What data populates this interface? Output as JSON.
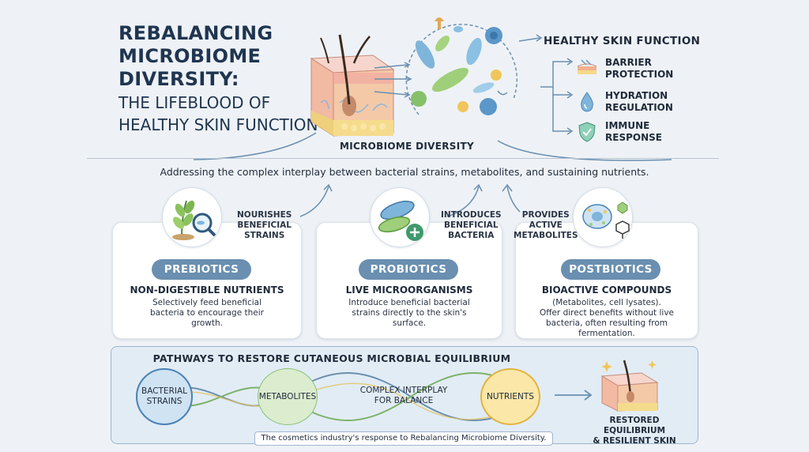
{
  "title": {
    "line1": "REBALANCING",
    "line2": "MICROBIOME",
    "line3": "DIVERSITY:",
    "line4": "THE LIFEBLOOD OF",
    "line5": "HEALTHY SKIN FUNCTION"
  },
  "microbiome_label": "MICROBIOME DIVERSITY",
  "healthy_skin": {
    "title": "HEALTHY SKIN FUNCTION",
    "items": [
      {
        "line1": "BARRIER",
        "line2": "PROTECTION",
        "icon": "barrier-icon"
      },
      {
        "line1": "HYDRATION",
        "line2": "REGULATION",
        "icon": "water-drop-icon"
      },
      {
        "line1": "IMMUNE",
        "line2": "RESPONSE",
        "icon": "shield-check-icon"
      }
    ]
  },
  "subtitle": "Addressing the complex interplay between bacterial strains, metabolites, and sustaining nutrients.",
  "cards": [
    {
      "side_note_1": "NOURISHES",
      "side_note_2": "BENEFICIAL",
      "side_note_3": "STRAINS",
      "label": "PREBIOTICS",
      "heading": "NON-DIGESTIBLE NUTRIENTS",
      "desc1": "Selectively feed beneficial",
      "desc2": "bacteria to encourage their",
      "desc3": "growth.",
      "icon": "plant-magnifier-icon"
    },
    {
      "side_note_1": "INTRODUCES",
      "side_note_2": "BENEFICIAL",
      "side_note_3": "BACTERIA",
      "label": "PROBIOTICS",
      "heading": "LIVE MICROORGANISMS",
      "desc1": "Introduce beneficial bacterial",
      "desc2": "strains directly to the skin's",
      "desc3": "surface.",
      "icon": "bacteria-plus-icon"
    },
    {
      "side_note_1": "PROVIDES",
      "side_note_2": "ACTIVE",
      "side_note_3": "METABOLITES",
      "label": "POSTBIOTICS",
      "heading": "BIOACTIVE COMPOUNDS",
      "desc1": "(Metabolites, cell lysates).",
      "desc2": "Offer direct benefits without live",
      "desc3": "bacteria, often resulting from",
      "desc4": "fermentation.",
      "icon": "cell-molecule-icon"
    }
  ],
  "pathways": {
    "title": "PATHWAYS TO RESTORE CUTANEOUS MICROBIAL EQUILIBRIUM",
    "node1_line1": "BACTERIAL",
    "node1_line2": "STRAINS",
    "node2": "METABOLITES",
    "complex_line1": "COMPLEX INTERPLAY",
    "complex_line2": "FOR BALANCE",
    "node3": "NUTRIENTS",
    "restored_line1": "RESTORED EQUILIBRIUM",
    "restored_line2": "& RESILIENT SKIN",
    "footer": "The cosmetics industry's response to Rebalancing Microbiome Diversity."
  },
  "colors": {
    "background": "#eef2f6",
    "pill": "#6a8fb0",
    "title": "#1f3550",
    "panel": "#e2ecf5",
    "node_blue": "#cfe3f3",
    "node_green": "#dbeccf",
    "node_yellow": "#fbe7a8"
  }
}
